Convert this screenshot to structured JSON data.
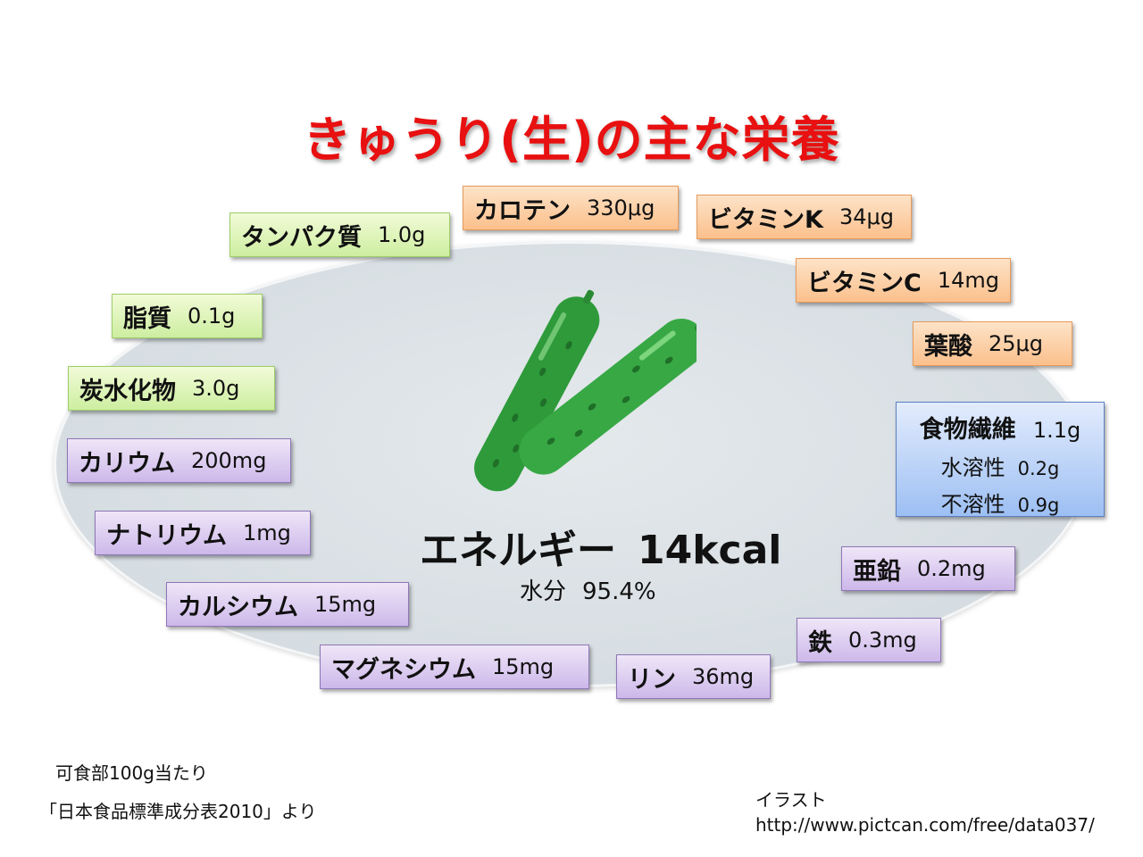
{
  "title": "きゅうり(生)の主な栄養",
  "center": {
    "energy_label": "エネルギー",
    "energy_value": "14kcal",
    "water_label": "水分",
    "water_value": "95.4%"
  },
  "nutrients": {
    "protein": {
      "name": "タンパク質",
      "value": "1.0g"
    },
    "fat": {
      "name": "脂質",
      "value": "0.1g"
    },
    "carbs": {
      "name": "炭水化物",
      "value": "3.0g"
    },
    "carotene": {
      "name": "カロテン",
      "value": "330μg"
    },
    "vitamin_k": {
      "name": "ビタミンK",
      "value": "34μg"
    },
    "vitamin_c": {
      "name": "ビタミンC",
      "value": "14mg"
    },
    "folate": {
      "name": "葉酸",
      "value": "25μg"
    },
    "potassium": {
      "name": "カリウム",
      "value": "200mg"
    },
    "sodium": {
      "name": "ナトリウム",
      "value": "1mg"
    },
    "calcium": {
      "name": "カルシウム",
      "value": "15mg"
    },
    "magnesium": {
      "name": "マグネシウム",
      "value": "15mg"
    },
    "phosphorus": {
      "name": "リン",
      "value": "36mg"
    },
    "iron": {
      "name": "鉄",
      "value": "0.3mg"
    },
    "zinc": {
      "name": "亜鉛",
      "value": "0.2mg"
    }
  },
  "fiber": {
    "name": "食物繊維",
    "value": "1.1g",
    "soluble_label": "水溶性",
    "soluble_value": "0.2g",
    "insoluble_label": "不溶性",
    "insoluble_value": "0.9g"
  },
  "footer": {
    "basis": "可食部100g当たり",
    "source": "「日本食品標準成分表2010」より",
    "credit_label": "イラスト",
    "credit_url": "http://www.pictcan.com/free/data037/"
  },
  "colors": {
    "title": "#e81010",
    "green_box": "#cdeea0",
    "orange_box": "#fbc08c",
    "purple_box": "#cdb8ea",
    "blue_box": "#9dbff3",
    "cucumber": "#2e9a3a"
  },
  "illustration": "cucumber-illustration"
}
